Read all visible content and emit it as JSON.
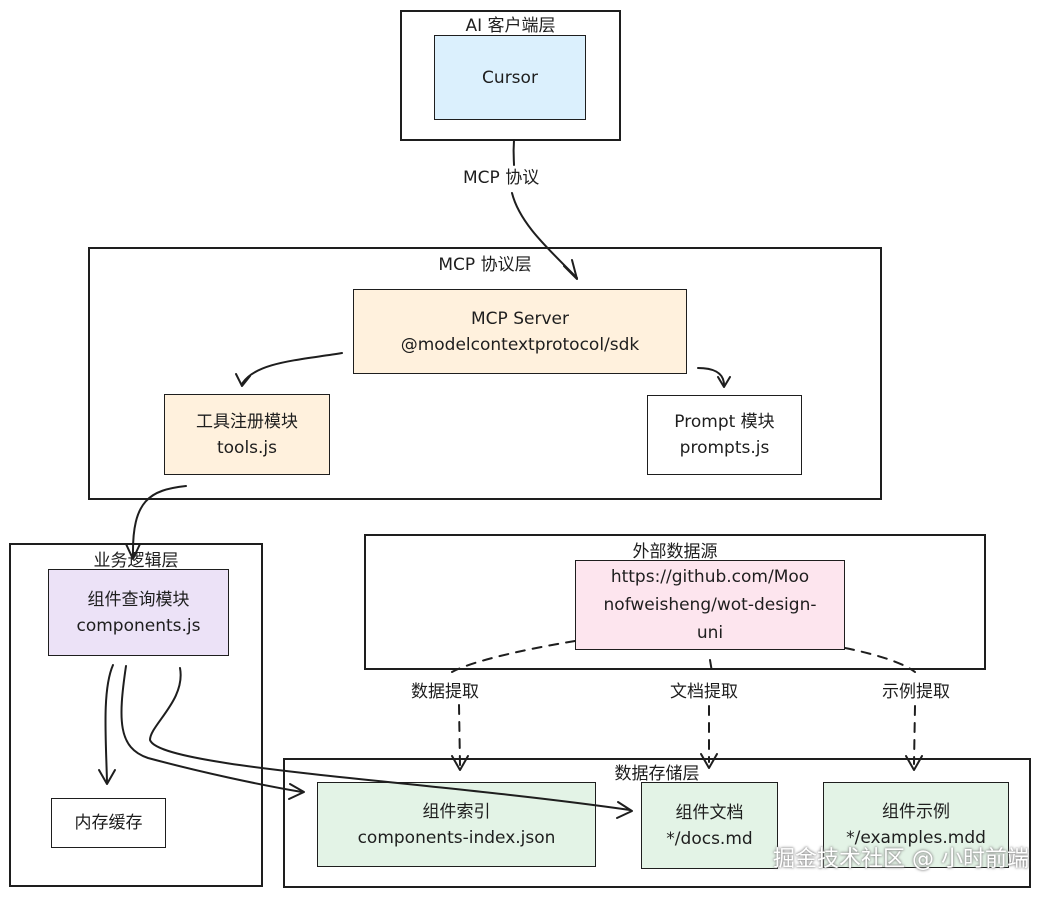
{
  "layers": {
    "ai_client": "AI 客户端层",
    "mcp_protocol": "MCP 协议层",
    "business": "业务逻辑层",
    "external": "外部数据源",
    "storage": "数据存储层"
  },
  "nodes": {
    "cursor": [
      "Cursor"
    ],
    "mcp_server": [
      "MCP Server",
      "@modelcontextprotocol/sdk"
    ],
    "tools": [
      "工具注册模块",
      "tools.js"
    ],
    "prompt": [
      "Prompt 模块",
      "prompts.js"
    ],
    "components": [
      "组件查询模块",
      "components.js"
    ],
    "github": [
      "https://github.com/Moo",
      "nofweisheng/wot-design-",
      "uni"
    ],
    "memory": [
      "内存缓存"
    ],
    "index": [
      "组件索引",
      "components-index.json"
    ],
    "docs": [
      "组件文档",
      "*/docs.md"
    ],
    "examples": [
      "组件示例",
      "*/examples.mdd"
    ]
  },
  "edge_labels": {
    "mcp": "MCP 协议",
    "data_fetch": "数据提取",
    "doc_fetch": "文档提取",
    "example_fetch": "示例提取"
  },
  "colors": {
    "cursor_fill": "#dbf0fd",
    "server_fill": "#fff1dd",
    "tools_fill": "#fff1dd",
    "prompt_fill": "#ffffff",
    "components_fill": "#ece2f7",
    "github_fill": "#fde5ee",
    "storage_fill": "#e3f3e6",
    "memory_fill": "#ffffff",
    "stroke": "#1e1e1e"
  },
  "watermark": "掘金技术社区 @ 小时前端"
}
